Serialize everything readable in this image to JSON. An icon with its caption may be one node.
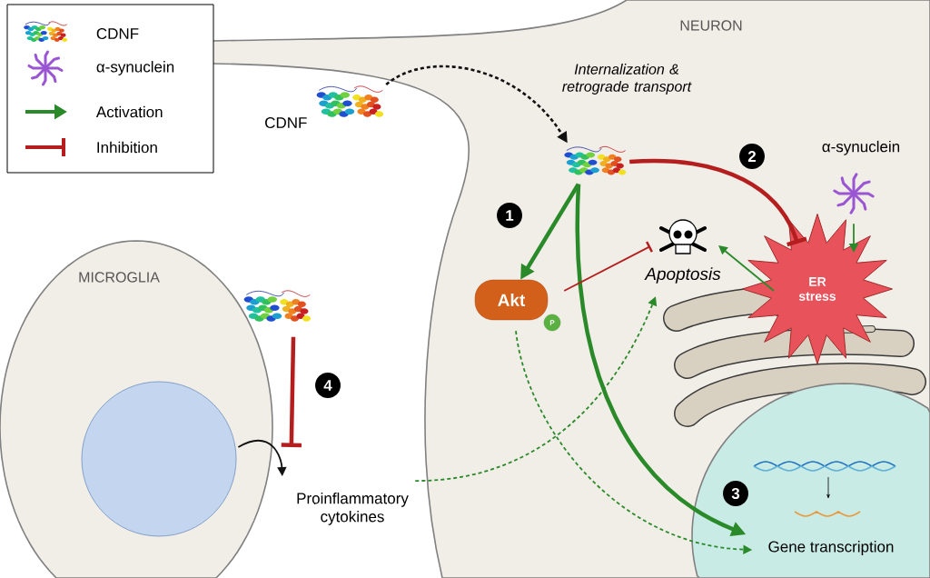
{
  "diagram": {
    "nodes": [
      {
        "text": [
          "NEURON"
        ]
      },
      {
        "text": [
          "MICROGLIA"
        ]
      },
      {
        "text": [],
        "shape": "circle",
        "in": 1
      },
      {
        "text": [],
        "shape": "picture",
        "beside": [
          "CDNF"
        ]
      },
      {
        "text": [],
        "shape": "picture",
        "in": 0
      },
      {
        "text": [
          "Akt"
        ],
        "in": 0
      },
      {
        "text": [
          "Apoptosis"
        ],
        "in": 0
      },
      {
        "text": [
          "ER stress"
        ],
        "in": 0
      },
      {
        "text": [],
        "shape": "picture",
        "in": 0,
        "beside": [
          "α-synuclein"
        ]
      },
      {
        "text": [
          "Gene transcription"
        ],
        "in": 0
      },
      {
        "text": [],
        "shape": "picture"
      },
      {
        "text": [
          "Proinflammatory cytokines"
        ]
      }
    ],
    "edges": [
      {
        "from": 3,
        "to": 4,
        "arrow": "to",
        "label": "Internalization & retrograde transport",
        "style": "dashed",
        "color": "#111111"
      },
      {
        "from": 4,
        "to": 5,
        "arrow": "to",
        "style": "thick"
      },
      {
        "from": 4,
        "to": 7,
        "arrow": "other",
        "style": "thick",
        "color": "#b41e1e"
      },
      {
        "from": 4,
        "to": 9,
        "arrow": "to",
        "style": "thick"
      },
      {
        "from": 5,
        "to": 6,
        "arrow": "other",
        "color": "#b41e1e"
      },
      {
        "from": 7,
        "to": 6,
        "arrow": "to"
      },
      {
        "from": 8,
        "to": 7,
        "arrow": "to"
      },
      {
        "from": 5,
        "to": 9,
        "arrow": "to",
        "style": "dashed"
      },
      {
        "from": 11,
        "to": 6,
        "arrow": "to",
        "style": "dashed"
      },
      {
        "from": 10,
        "to": 11,
        "arrow": "other",
        "style": "thick",
        "color": "#b41e1e"
      },
      {
        "from": 2,
        "to": 11,
        "arrow": "to",
        "color": "#111111"
      }
    ],
    "labels": [
      "2",
      "1",
      "P",
      "4",
      "3"
    ],
    "legend": [
      {
        "text": "CDNF"
      },
      {
        "text": "α-synuclein"
      },
      {
        "text": "Activation"
      },
      {
        "text": "Inhibition"
      }
    ]
  }
}
